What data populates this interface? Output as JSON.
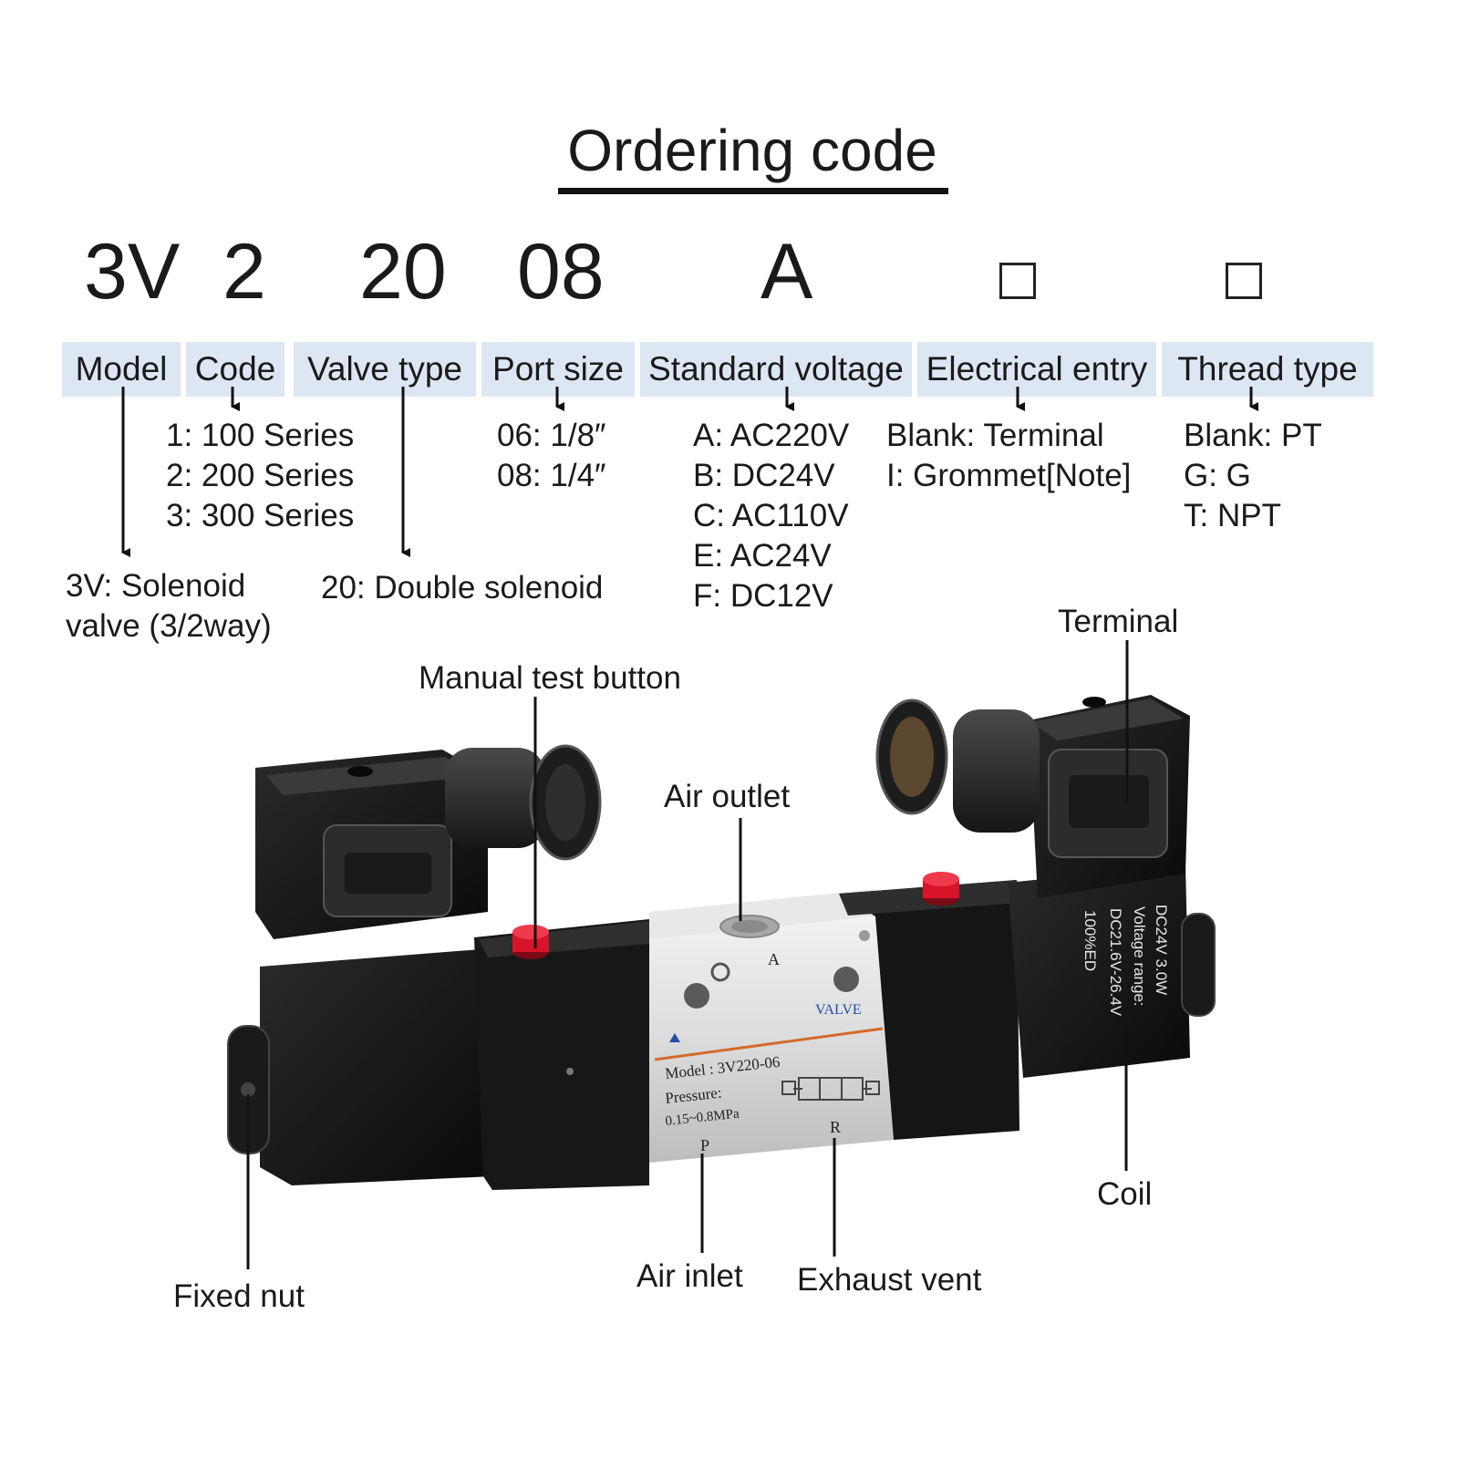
{
  "title": "Ordering code",
  "code_parts": [
    "3V",
    "2",
    "20",
    "08",
    "A"
  ],
  "fields": [
    {
      "label": "Model"
    },
    {
      "label": "Code"
    },
    {
      "label": "Valve type"
    },
    {
      "label": "Port size"
    },
    {
      "label": "Standard voltage"
    },
    {
      "label": "Electrical entry"
    },
    {
      "label": "Thread type"
    }
  ],
  "options": {
    "code": [
      "1: 100 Series",
      "2: 200 Series",
      "3: 300 Series"
    ],
    "port_size": [
      "06: 1/8″",
      "08: 1/4″"
    ],
    "voltage": [
      "A: AC220V",
      "B: DC24V",
      "C: AC110V",
      "E: AC24V",
      "F: DC12V"
    ],
    "electrical_entry": [
      "Blank: Terminal",
      "I: Grommet[Note]"
    ],
    "thread_type": [
      "Blank: PT",
      "G: G",
      "T: NPT"
    ]
  },
  "model_desc": [
    "3V: Solenoid",
    "valve (3/2way)"
  ],
  "valve_type_desc": "20: Double solenoid",
  "callouts": {
    "terminal": "Terminal",
    "manual_test": "Manual test button",
    "air_outlet": "Air outlet",
    "coil": "Coil",
    "fixed_nut": "Fixed nut",
    "air_inlet": "Air inlet",
    "exhaust_vent": "Exhaust vent"
  },
  "valve_labels": {
    "port_a": "A",
    "port_p": "P",
    "port_r": "R",
    "brand": "VALVE",
    "model": "Model : 3V220-06",
    "pressure_label": "Pressure:",
    "pressure_range": "0.15~0.8MPa",
    "coil_lines": [
      "DC24V 3.0W",
      "Voltage range:",
      "DC21.6V-26.4V",
      "100%ED"
    ]
  },
  "colors": {
    "header_bg": "#dde6f3",
    "body_black": "#141414",
    "aluminum": "#d9d9d9",
    "button_red": "#d8142a",
    "label_blue": "#1f4fa8",
    "stripe_orange": "#d46a2a"
  }
}
